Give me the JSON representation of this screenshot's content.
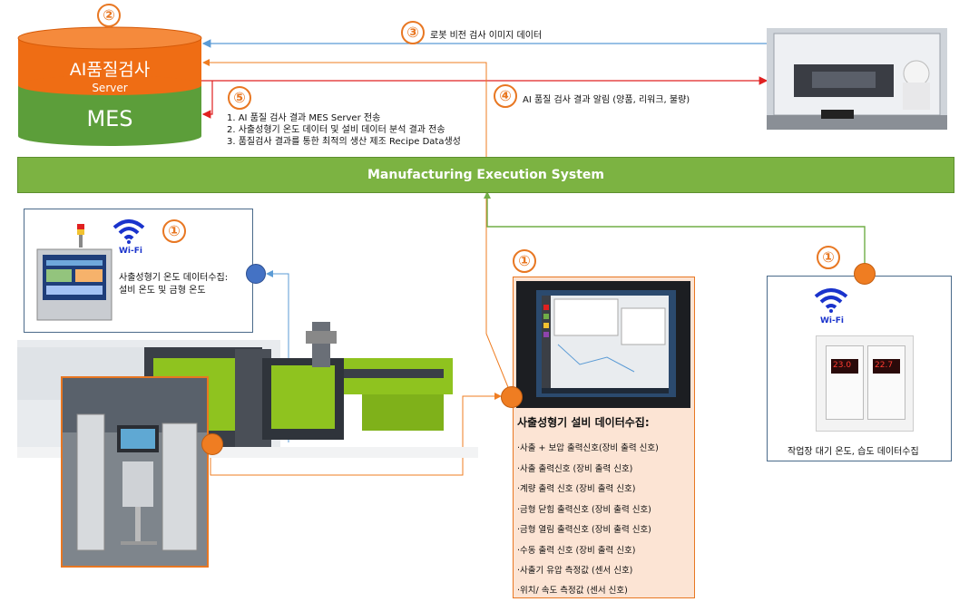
{
  "database": {
    "top_label": "AI품질검사",
    "server_label": "Server",
    "bottom_label": "MES"
  },
  "steps": {
    "n1": "①",
    "n2": "②",
    "n3": "③",
    "n4": "④",
    "n5": "⑤"
  },
  "flow3_label": "로봇 비전 검사 이미지 데이터",
  "flow4_label": "AI 품질 검사 결과 알림 (양품, 리워크, 불량)",
  "flow5_items": [
    "1. AI 품질 검사 결과 MES Server 전송",
    "2. 사출성형기 온도 데이터 및 설비 데이터 분석 결과 전송",
    "3. 품질검사 결과를 통한 최적의 생산 제조 Recipe Data생성"
  ],
  "mes_bar": "Manufacturing  Execution System",
  "temp_panel": {
    "wifi": "Wi-Fi",
    "line1": "사출성형기 온도 데이터수집:",
    "line2": "설비 온도 및 금형 온도"
  },
  "env_panel": {
    "wifi": "Wi-Fi",
    "caption": "작업장 대기 온도, 습도 데이터수집",
    "sensor1": "23.0",
    "sensor2": "22.7"
  },
  "equipment": {
    "title": "사출성형기 설비 데이터수집:",
    "items": [
      "·사출 + 보압 출력신호(장비 출력 신호)",
      "·사출 출력신호 (장비 출력 신호)",
      "·계량 출력 신호 (장비 출력 신호)",
      "·금형 닫힘 출력신호 (장비 출력 신호)",
      "·금형 열림 출력신호 (장비 출력 신호)",
      "·수동 출력 신호 (장비 출력 신호)",
      "·사출기 유압 측정값 (센서 신호)",
      "·위치/ 속도 측정값 (센서 신호)"
    ]
  },
  "colors": {
    "accent_orange": "#e87722",
    "mes_green": "#7cb342",
    "wire_blue": "#5b9bd5",
    "alert_red": "#e02020",
    "wifi_blue": "#1a33cc"
  }
}
